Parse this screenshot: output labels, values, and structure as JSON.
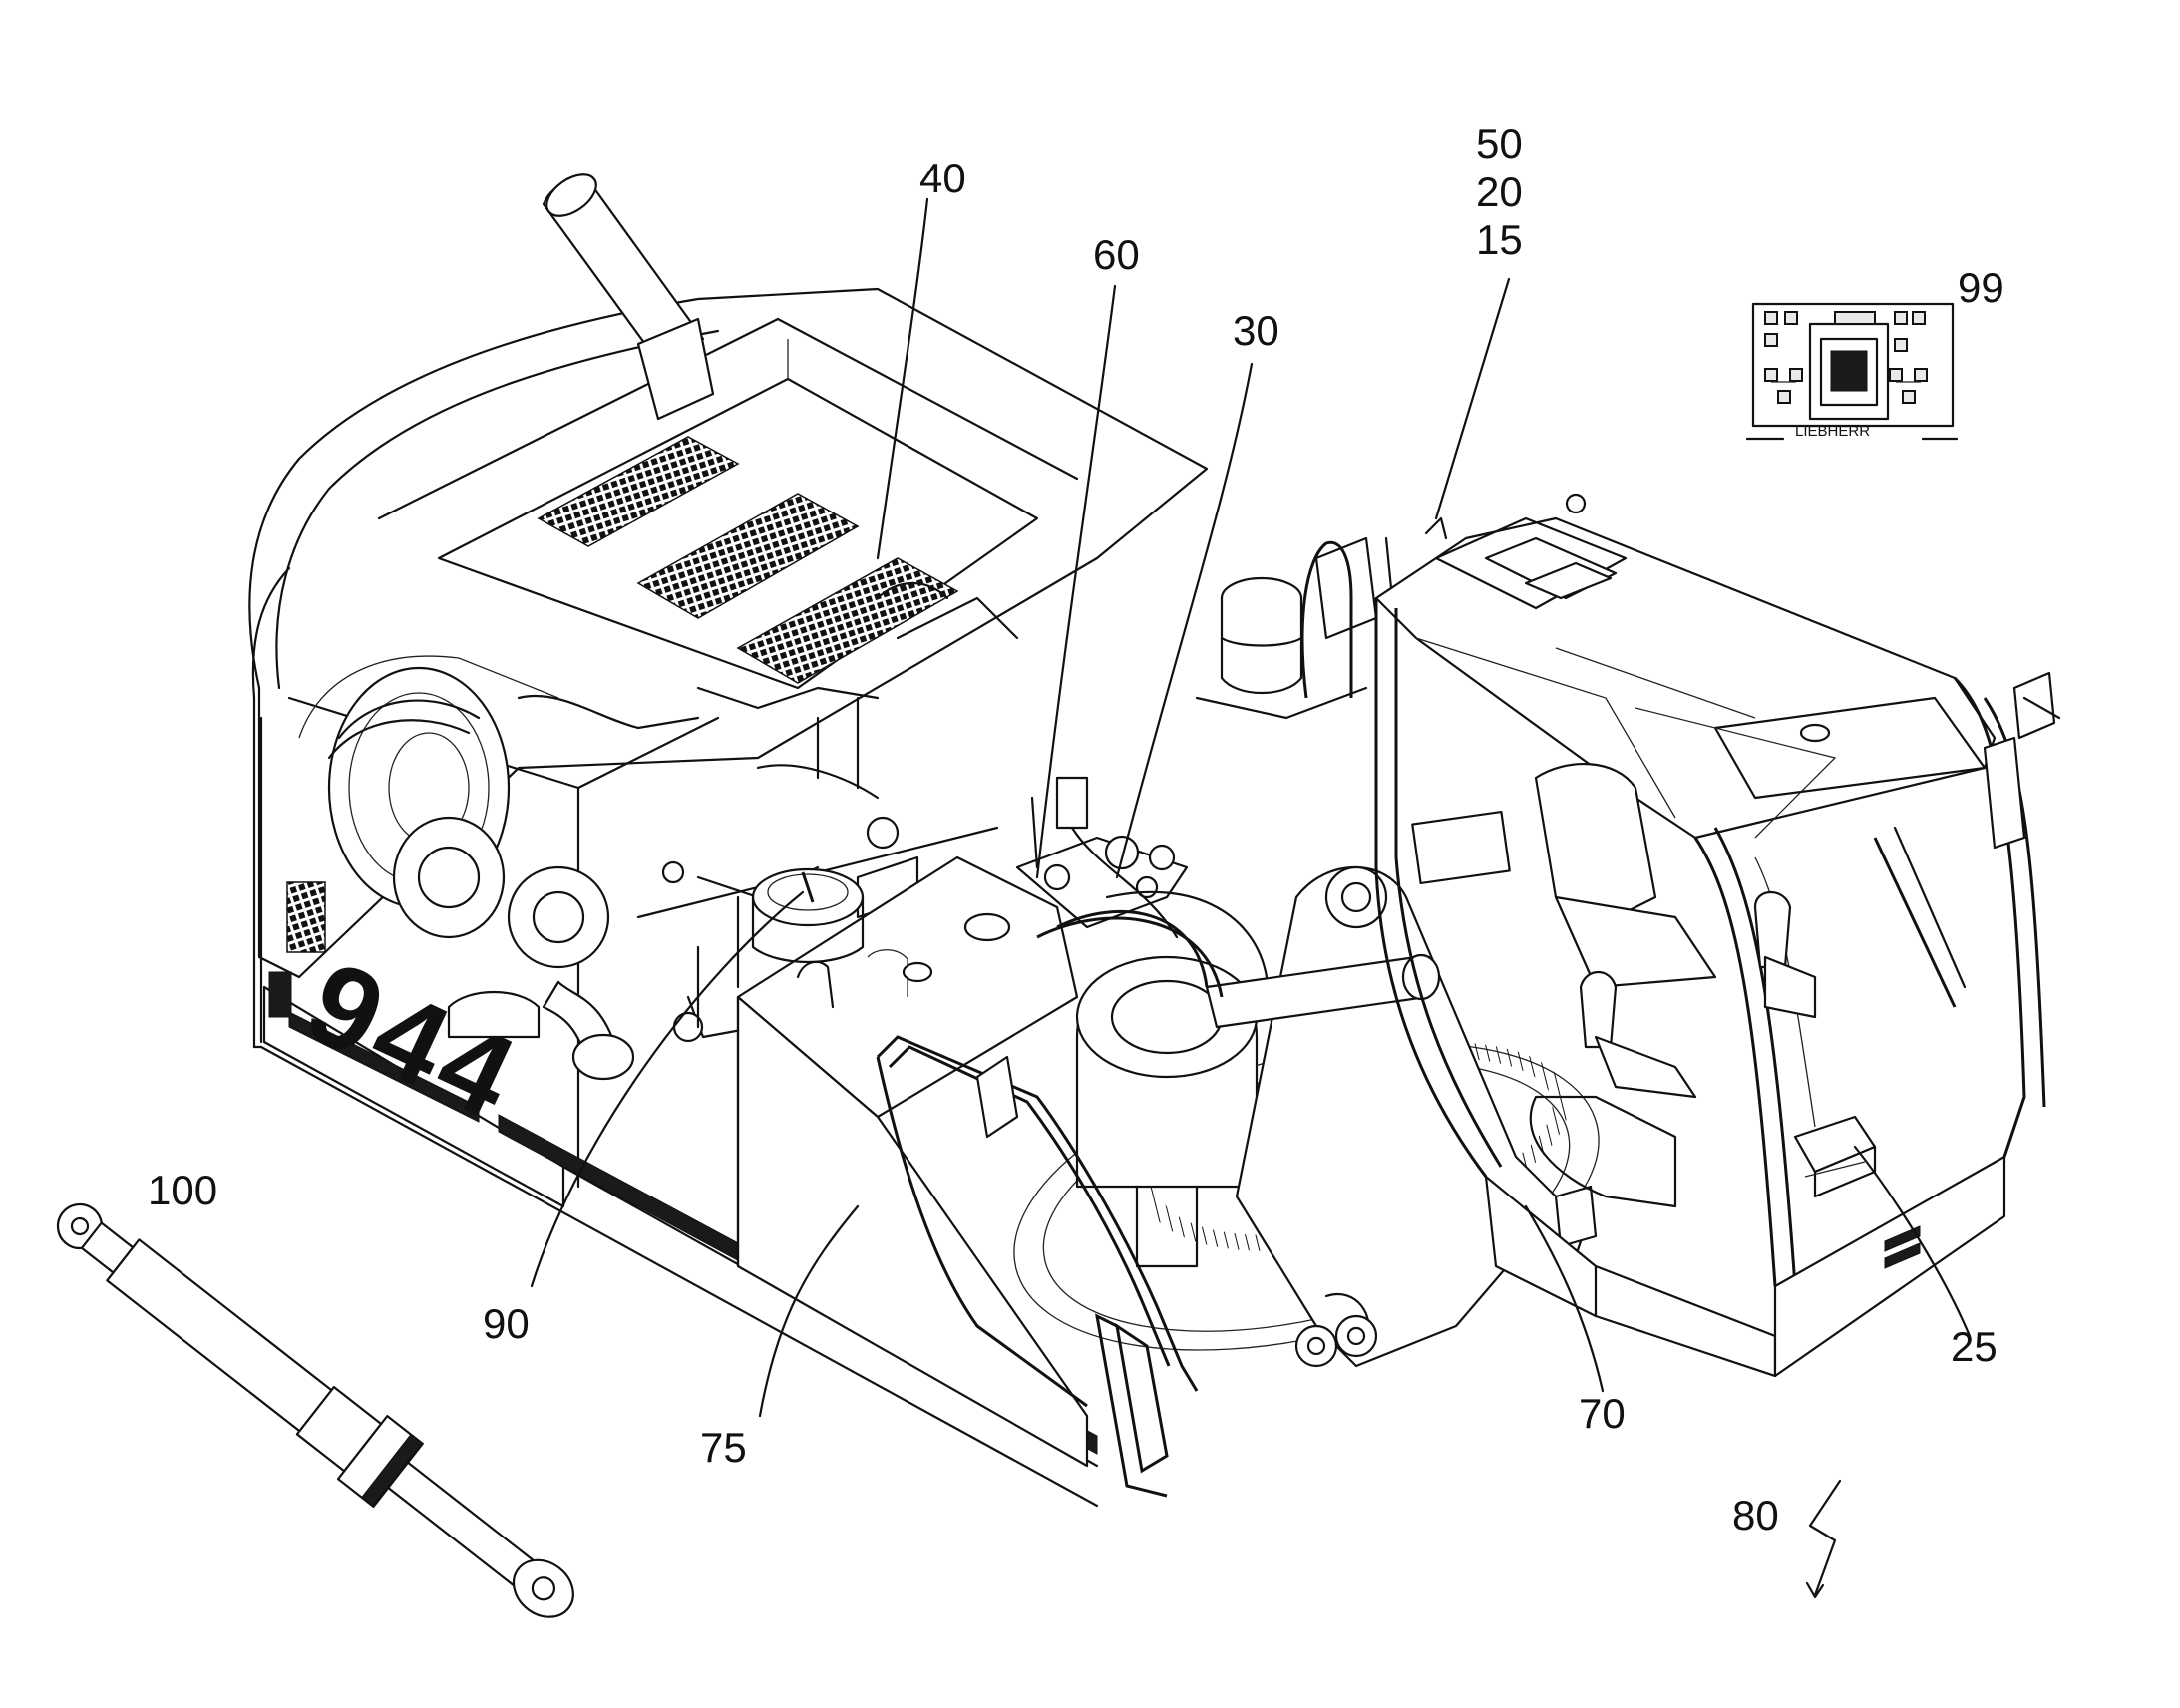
{
  "figure": {
    "model_marking": "944",
    "cab_monitor_logo": "LIEBHERR",
    "reference_numerals": {
      "n100": "100",
      "n40": "40",
      "n60": "60",
      "n30": "30",
      "n50": "50",
      "n20": "20",
      "n15": "15",
      "n99": "99",
      "n90": "90",
      "n75": "75",
      "n70": "70",
      "n25": "25",
      "n80": "80"
    }
  }
}
